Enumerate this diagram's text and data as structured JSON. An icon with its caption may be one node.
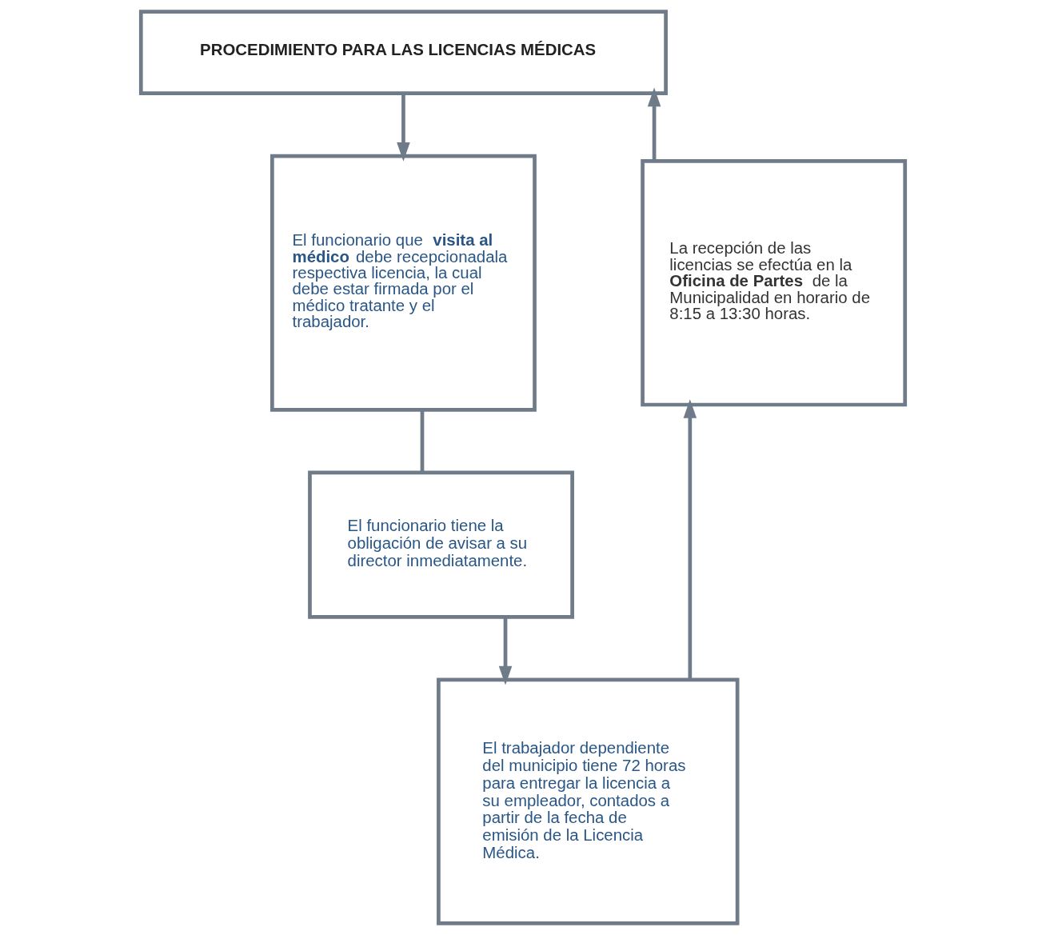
{
  "diagram": {
    "nodes": [
      {
        "text": [
          "**PROCEDIMIENTO PARA LAS LICENCIAS MÉDICAS**"
        ]
      },
      {
        "text": [
          "El funcionario que **visita al médico** debe recepcionadala respectiva licencia, la cual debe estar firmada por el médico tratante y el trabajador."
        ]
      },
      {
        "text": [
          "El funcionario tiene la obligación de avisar a su director inmediatamente."
        ]
      },
      {
        "text": [
          "El trabajador dependiente del municipio tiene 72 horas para entregar la licencia a su empleador, contados a partir de la fecha de emisión de la Licencia Médica."
        ]
      },
      {
        "text": [
          "La recepción de las licencias se efectúa en la **Oficina de Partes** de la Municipalidad en horario de 8:15 a 13:30 horas."
        ]
      }
    ],
    "edges": [
      {
        "from": 0,
        "to": 1,
        "arrow": "to"
      },
      {
        "from": 1,
        "to": 2,
        "arrow": "none"
      },
      {
        "from": 2,
        "to": 3,
        "arrow": "to"
      },
      {
        "from": 3,
        "to": 4,
        "arrow": "to"
      },
      {
        "from": 4,
        "to": 0,
        "arrow": "to"
      }
    ]
  }
}
